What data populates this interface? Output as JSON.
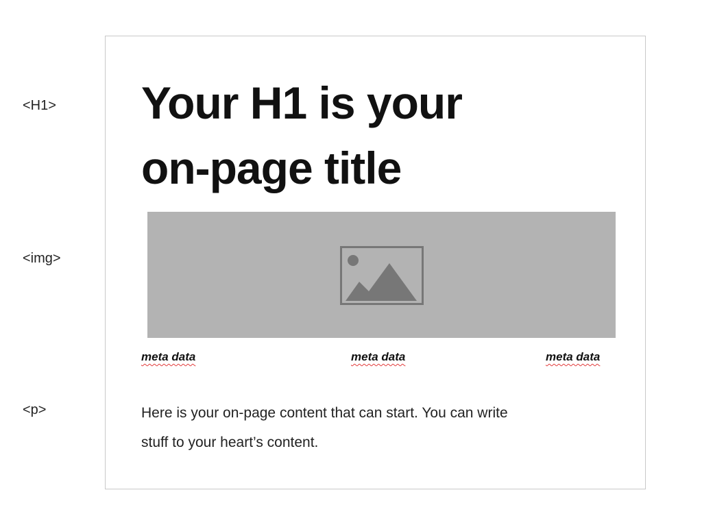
{
  "labels": {
    "h1": "<H1>",
    "img": "<img>",
    "p": "<p>"
  },
  "page": {
    "title_line1": "Your H1 is your",
    "title_line2": "on-page title",
    "image_icon": "image-icon",
    "meta": [
      "meta data",
      "meta data",
      "meta data"
    ],
    "body_line1": "Here is your on-page content that can start. You can write",
    "body_line2": "stuff to your heart’s content."
  },
  "colors": {
    "placeholder": "#b3b3b3",
    "icon": "#777777",
    "spellcheck_underline": "#e23b3b"
  }
}
